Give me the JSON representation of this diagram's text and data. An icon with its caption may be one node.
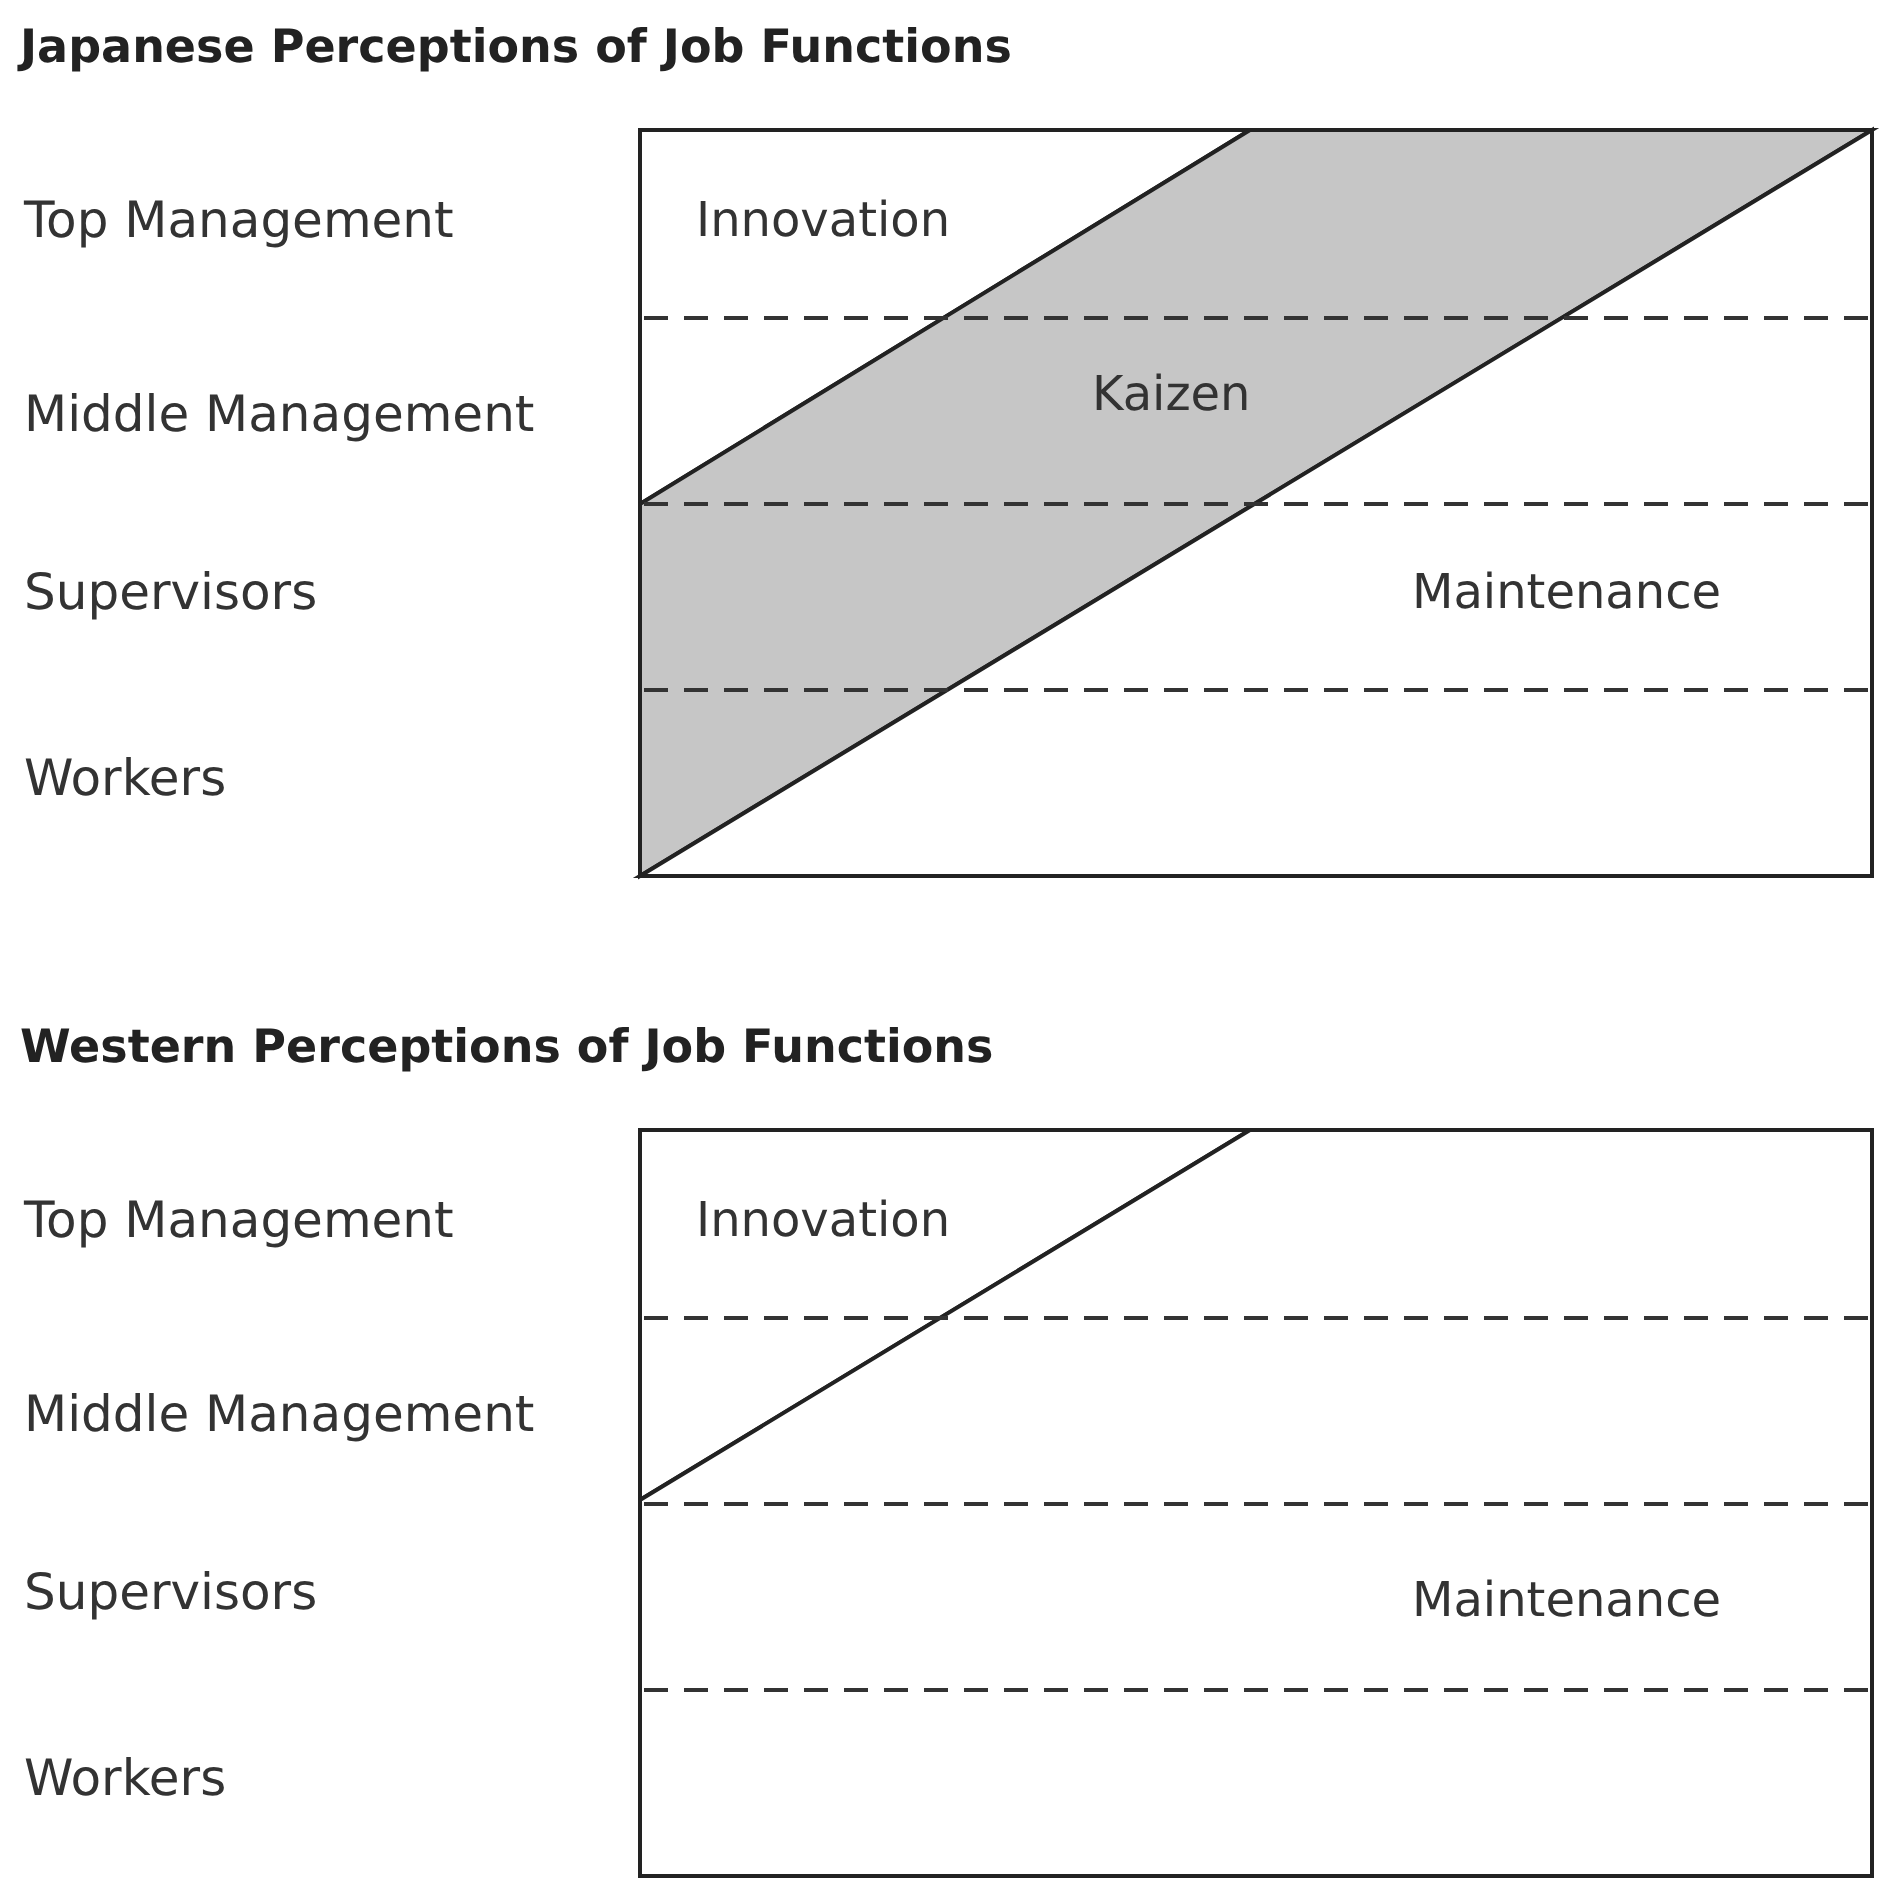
{
  "diagram": {
    "nodes": [
      {
        "text": [
          "Japanese Perceptions of Job Functions"
        ]
      },
      {
        "text": [
          "Innovation"
        ],
        "in": 0
      },
      {
        "text": [
          "Kaizen"
        ],
        "in": 0
      },
      {
        "text": [
          "Maintenance"
        ],
        "in": 0
      },
      {
        "text": [
          "Western Perceptions of Job Functions"
        ]
      },
      {
        "text": [
          "Innovation"
        ],
        "in": 4
      },
      {
        "text": [
          "Maintenance"
        ],
        "in": 4
      }
    ],
    "edges": [],
    "labels": [
      "Top Management",
      "Middle Management",
      "Supervisors",
      "Workers",
      "Top Management",
      "Middle Management",
      "Supervisors",
      "Workers"
    ]
  }
}
